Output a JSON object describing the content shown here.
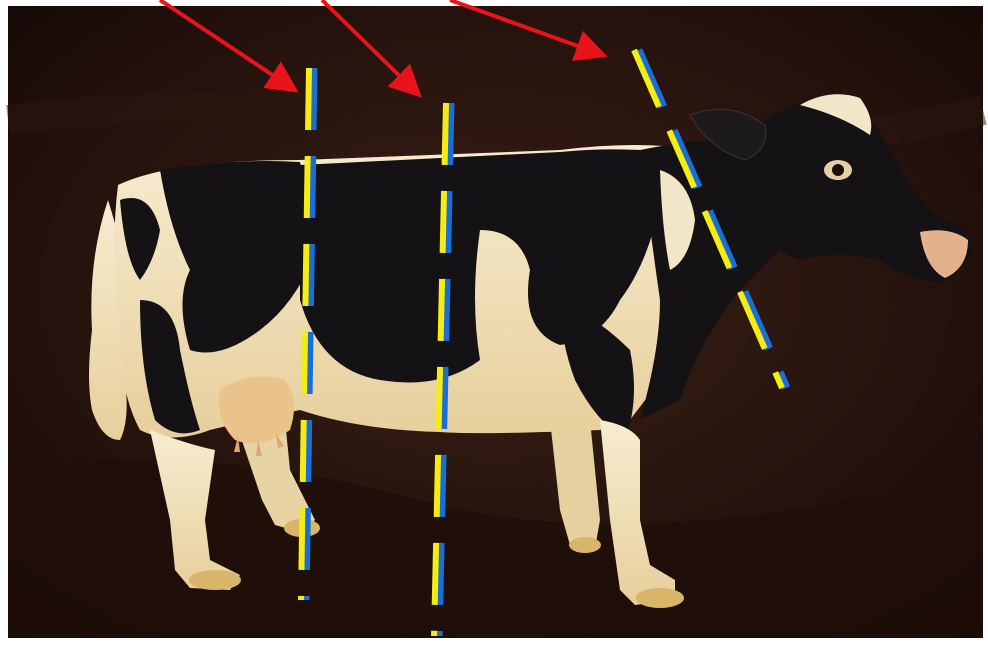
{
  "scene": {
    "subject": "holstein-cow-figurine",
    "colors": {
      "backdrop": "#1c0d09",
      "backdrop_highlight": "#3a2016",
      "cow_white": "#f2e6c8",
      "cow_black": "#141214",
      "hoof": "#d9b56a",
      "arrow": "#e8141a",
      "line_yellow": "#f5ec16",
      "line_blue": "#1a6fd6"
    }
  },
  "annotations": {
    "arrow_count": 3,
    "dashed_line_count": 3
  }
}
